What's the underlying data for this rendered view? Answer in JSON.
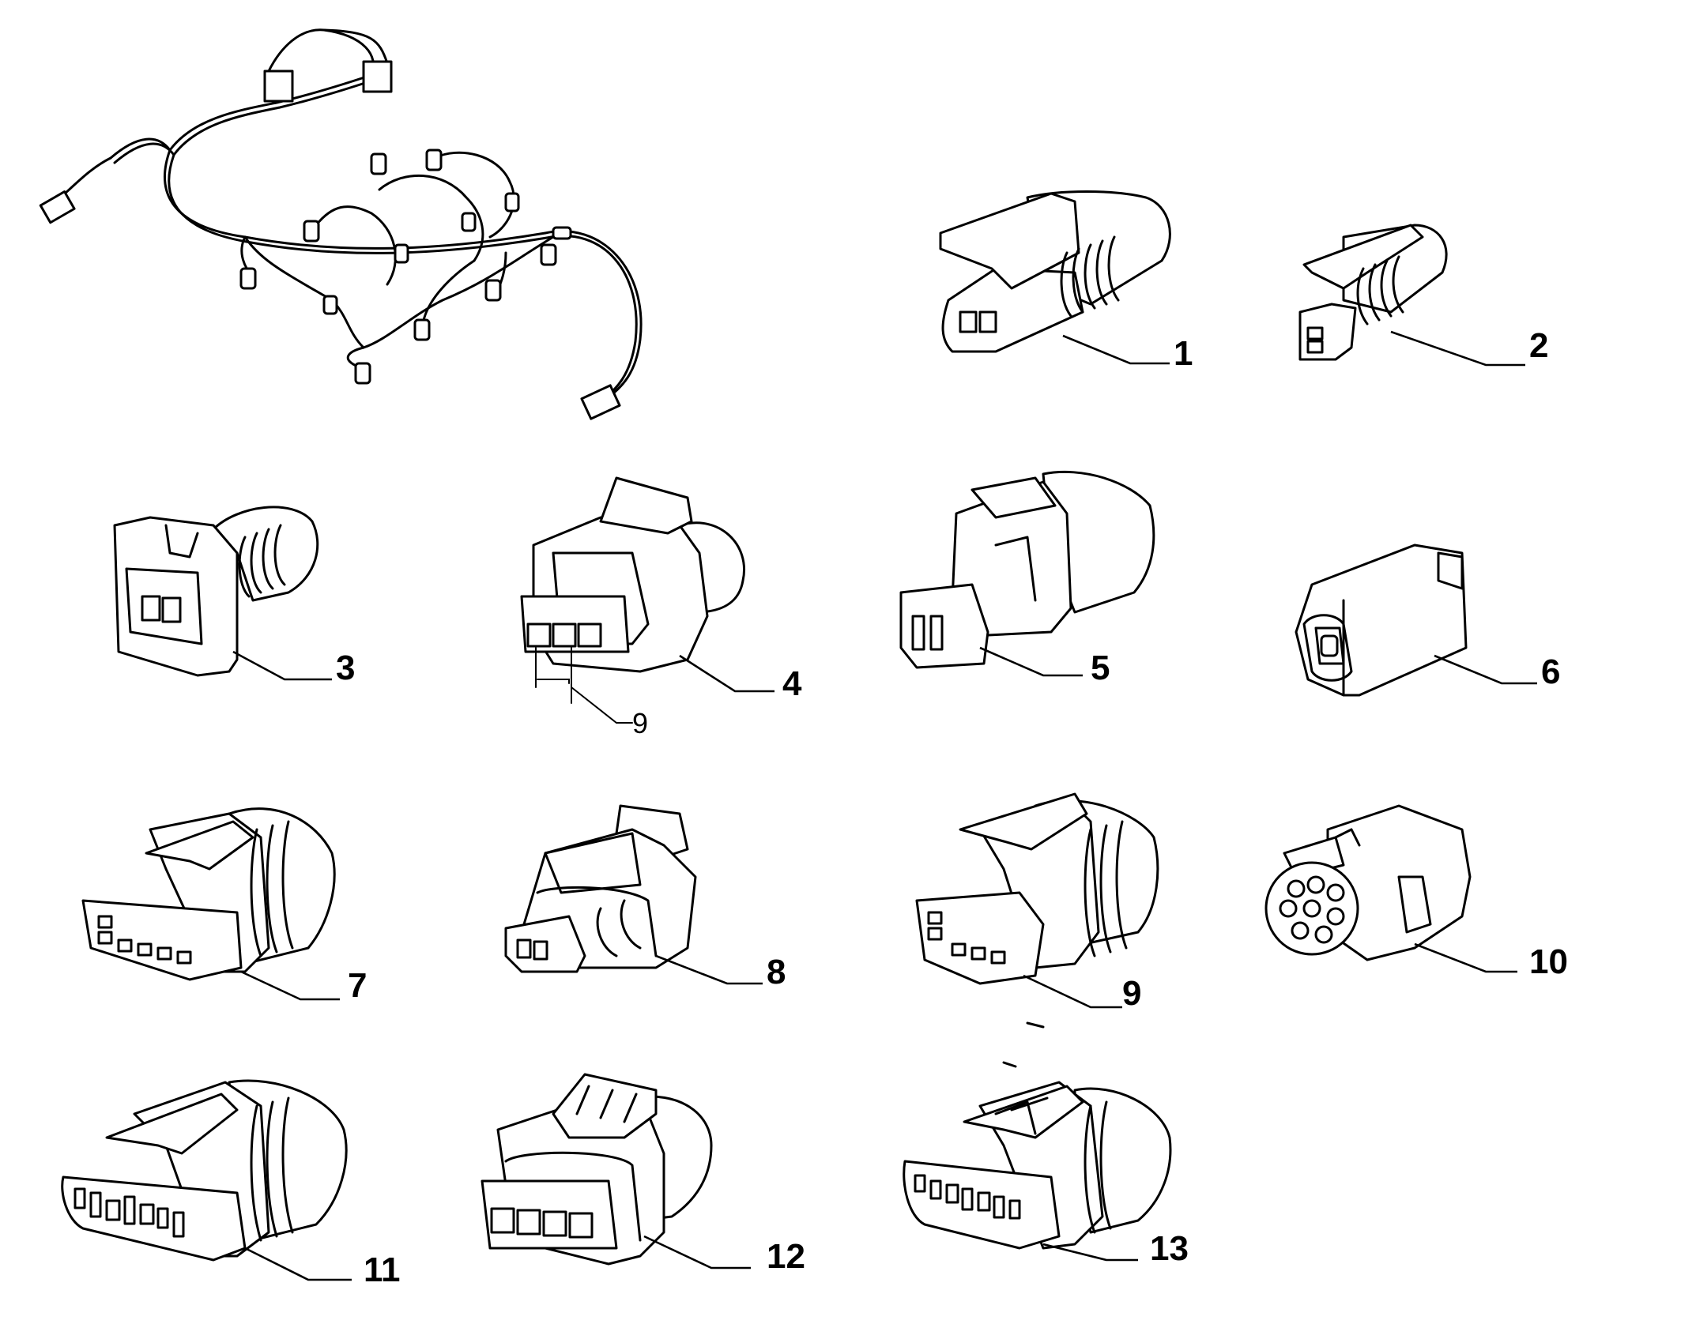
{
  "callouts": [
    "1",
    "2",
    "3",
    "4",
    "5",
    "6",
    "7",
    "8",
    "9",
    "10",
    "11",
    "12",
    "13"
  ],
  "dimension_label": "9",
  "ink_color": "#000000",
  "paper_color": "#ffffff"
}
